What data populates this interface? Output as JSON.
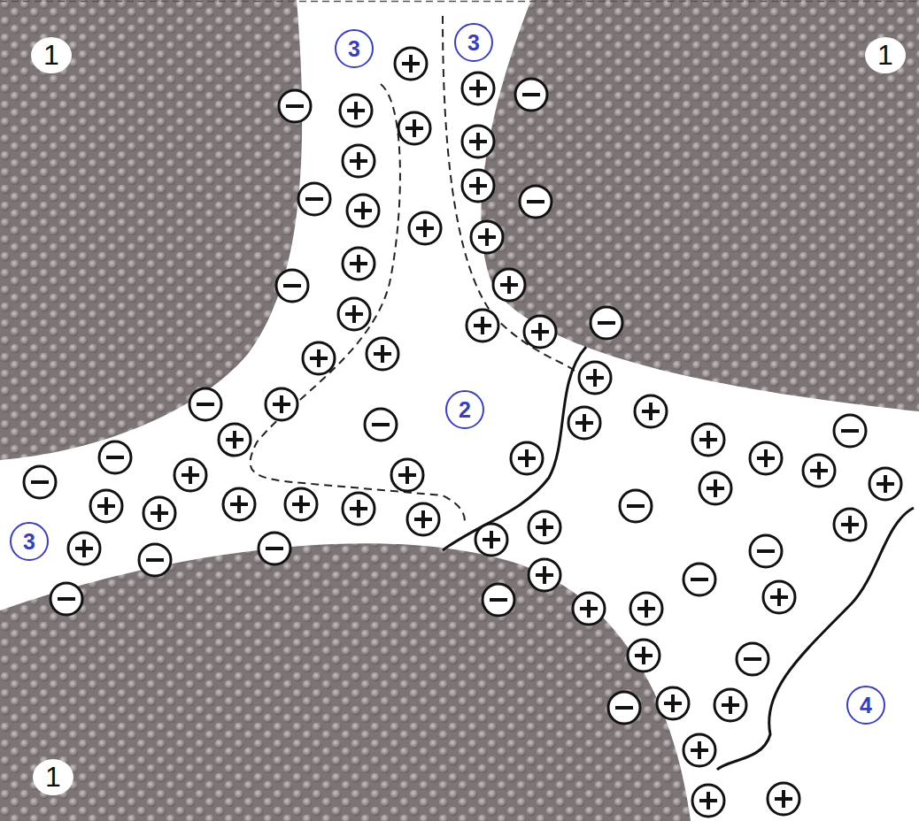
{
  "diagram": {
    "labels": [
      "1",
      "3",
      "3",
      "1",
      "2",
      "3",
      "4",
      "1"
    ]
  }
}
